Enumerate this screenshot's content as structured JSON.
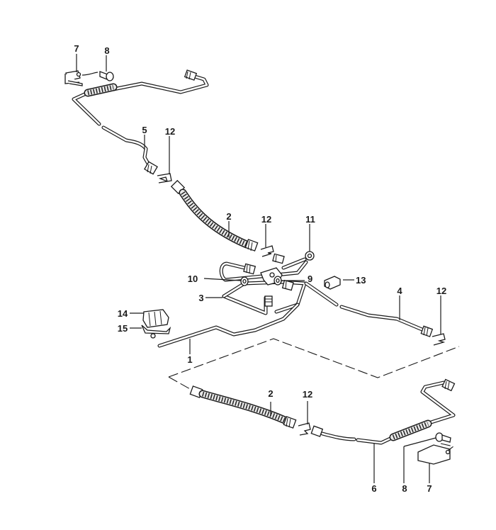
{
  "diagram": {
    "type": "exploded parts diagram",
    "subject": "brake line / pipe assembly",
    "callouts": [
      {
        "id": "c7-top",
        "label": "7",
        "part": "bracket"
      },
      {
        "id": "c8-top",
        "label": "8",
        "part": "bolt"
      },
      {
        "id": "c5",
        "label": "5",
        "part": "brake pipe"
      },
      {
        "id": "c12-a",
        "label": "12",
        "part": "retaining clip"
      },
      {
        "id": "c2-top",
        "label": "2",
        "part": "brake hose"
      },
      {
        "id": "c12-b",
        "label": "12",
        "part": "retaining clip"
      },
      {
        "id": "c11",
        "label": "11",
        "part": "nut"
      },
      {
        "id": "c10",
        "label": "10",
        "part": "washer"
      },
      {
        "id": "c9",
        "label": "9",
        "part": "washer"
      },
      {
        "id": "c13",
        "label": "13",
        "part": "connector"
      },
      {
        "id": "c3",
        "label": "3",
        "part": "brake pipe"
      },
      {
        "id": "c4",
        "label": "4",
        "part": "brake pipe"
      },
      {
        "id": "c12-c",
        "label": "12",
        "part": "retaining clip"
      },
      {
        "id": "c14",
        "label": "14",
        "part": "pipe clamp"
      },
      {
        "id": "c15",
        "label": "15",
        "part": "clamp holder"
      },
      {
        "id": "c1",
        "label": "1",
        "part": "brake pipe"
      },
      {
        "id": "c2-bottom",
        "label": "2",
        "part": "brake hose"
      },
      {
        "id": "c12-d",
        "label": "12",
        "part": "retaining clip"
      },
      {
        "id": "c6",
        "label": "6",
        "part": "brake pipe"
      },
      {
        "id": "c8-bottom",
        "label": "8",
        "part": "bolt"
      },
      {
        "id": "c7-bottom",
        "label": "7",
        "part": "bracket"
      }
    ]
  },
  "colors": {
    "line": "#1a1a1a",
    "background": "#ffffff"
  }
}
